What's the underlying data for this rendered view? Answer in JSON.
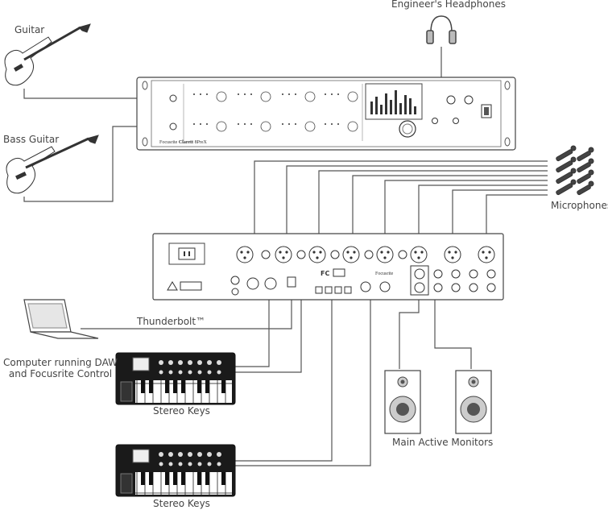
{
  "labels": {
    "engineers_headphones": "Engineer's Headphones",
    "guitar": "Guitar",
    "bass_guitar": "Bass Guitar",
    "microphones": "Microphones",
    "thunderbolt": "Thunderbolt™",
    "computer": "Computer running DAW\nand Focusrite Control",
    "stereo_keys_1": "Stereo Keys",
    "stereo_keys_2": "Stereo Keys",
    "main_monitors": "Main Active Monitors"
  },
  "device": {
    "front_brand": "Focusrite",
    "front_model": "Clarett",
    "front_model_suffix": "8PreX",
    "rear_brand": "Focusrite"
  }
}
